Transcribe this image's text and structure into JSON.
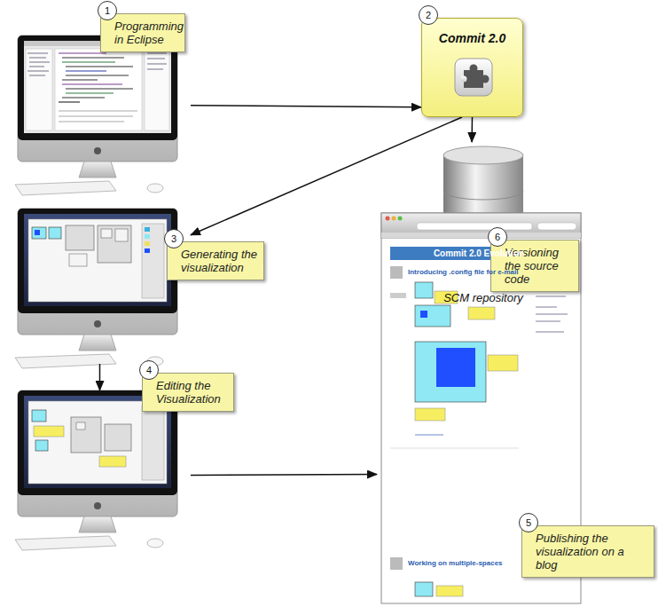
{
  "diagram": {
    "nodes": [
      {
        "text": [
          "Programming in Eclipse"
        ]
      },
      {
        "text": [
          "Commit 2.0"
        ]
      },
      {
        "text": [
          "Generating the visualization"
        ]
      },
      {
        "text": [
          "Versioning the source code",
          "SCM repository"
        ]
      },
      {
        "text": [
          "Editing the Visualization"
        ]
      },
      {
        "text": [
          "Publishing the visualization on a blog"
        ]
      }
    ],
    "edges": [
      {
        "from": 0,
        "to": 1,
        "arrow": "to"
      },
      {
        "from": 1,
        "to": 2,
        "arrow": "to"
      },
      {
        "from": 1,
        "to": 3,
        "arrow": "to"
      },
      {
        "from": 2,
        "to": 4,
        "arrow": "to"
      },
      {
        "from": 4,
        "to": 5,
        "arrow": "to"
      }
    ],
    "labels": [
      "1",
      "2",
      "3",
      "4",
      "5",
      "6",
      "Commit 2.0 Evolution",
      "Introducing .config file for e-mail",
      "Working on multiple-spaces"
    ]
  }
}
